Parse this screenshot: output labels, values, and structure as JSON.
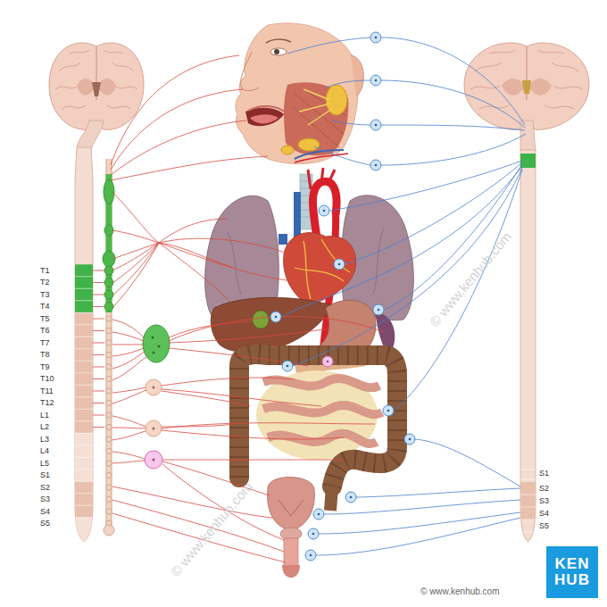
{
  "diagram": {
    "nodes": [
      {
        "text": [
          "KEN HUB"
        ]
      }
    ],
    "labels": [
      "T1",
      "T2",
      "T3",
      "T4",
      "T5",
      "T6",
      "T7",
      "T8",
      "T9",
      "T10",
      "T11",
      "T12",
      "L1",
      "L2",
      "L3",
      "L4",
      "L5",
      "S1",
      "S2",
      "S3",
      "S4",
      "S5",
      "S1",
      "S2",
      "S3",
      "S4",
      "S5",
      "© www.kenhub.com",
      "© www.kenhub.com",
      "© www.kenhub.com"
    ]
  }
}
